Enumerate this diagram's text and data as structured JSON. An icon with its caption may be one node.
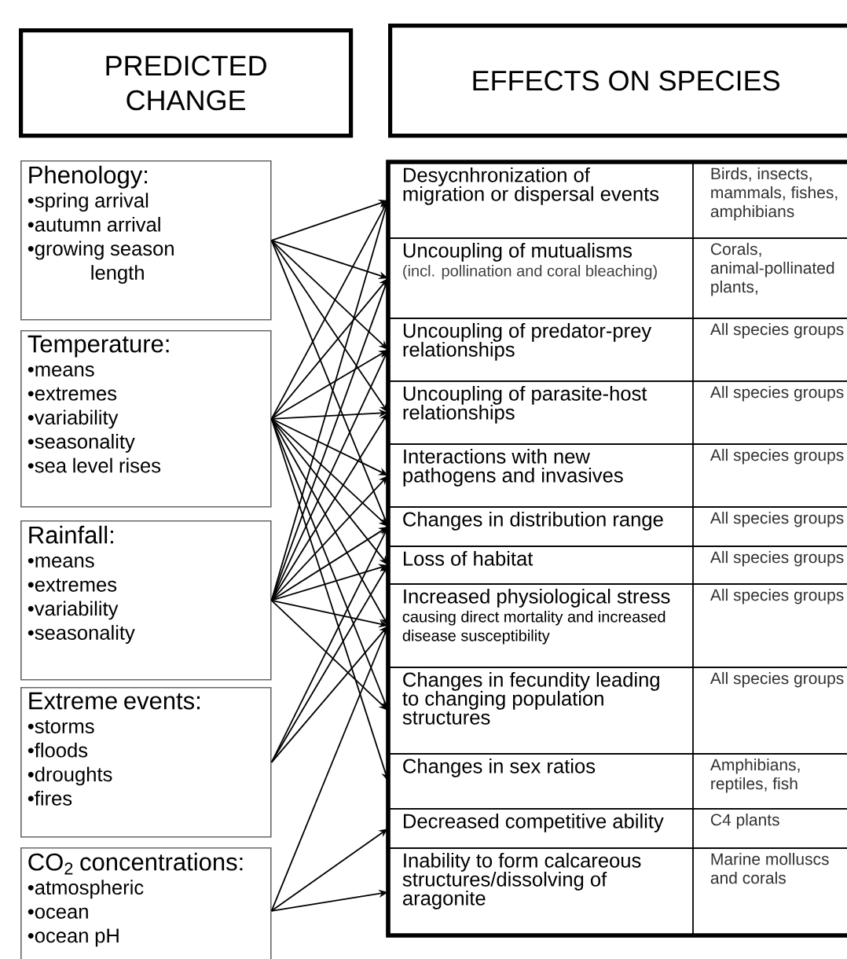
{
  "diagram": {
    "nodes": [
      {
        "text": [
          "PREDICTED CHANGE"
        ]
      },
      {
        "text": [
          "EFFECTS ON SPECIES"
        ]
      },
      {
        "text": [
          "Phenology:",
          "•spring arrival",
          "•autumn arrival",
          "•growing season length"
        ]
      },
      {
        "text": [
          "Temperature:",
          "•means",
          "•extremes",
          "•variability",
          "•seasonality",
          "•sea level rises"
        ]
      },
      {
        "text": [
          "Rainfall:",
          "•means",
          "•extremes",
          "•variability",
          "•seasonality"
        ]
      },
      {
        "text": [
          "Extreme events:",
          "•storms",
          "•floods",
          "•droughts",
          "•fires"
        ]
      },
      {
        "text": [
          "CO$_{2}$ concentrations:",
          "•atmospheric",
          "•ocean",
          "•ocean pH"
        ]
      },
      {
        "text": [
          "Desycnhronization of migration or dispersal events",
          "Birds, insects, mammals, fishes, amphibians"
        ]
      },
      {
        "text": [
          "Uncoupling of mutualisms",
          "(incl. pollination and coral bleaching)",
          "Corals, animal-pollinated plants,"
        ]
      },
      {
        "text": [
          "Uncoupling of predator-prey relationships",
          "All species groups"
        ]
      },
      {
        "text": [
          "Uncoupling of parasite-host relationships",
          "All species groups"
        ]
      },
      {
        "text": [
          "Interactions with new pathogens and invasives",
          "All species groups"
        ]
      },
      {
        "text": [
          "Changes in distribution range",
          "All species groups"
        ]
      },
      {
        "text": [
          "Loss of habitat",
          "All species groups"
        ]
      },
      {
        "text": [
          "Increased physiological stress",
          "causing direct mortality and increased disease susceptibility",
          "All species groups"
        ]
      },
      {
        "text": [
          "Changes in fecundity leading to changing population structures",
          "All species groups"
        ]
      },
      {
        "text": [
          "Changes in sex ratios",
          "Amphibians, reptiles, fish"
        ]
      },
      {
        "text": [
          "Decreased competitive ability",
          "C4 plants"
        ]
      },
      {
        "text": [
          "Inability to form calcareous structures/dissolving of aragonite",
          "Marine molluscs and corals"
        ]
      }
    ],
    "edges": [
      {
        "from": 2,
        "to": 7,
        "arrow": "to"
      },
      {
        "from": 2,
        "to": 8,
        "arrow": "to"
      },
      {
        "from": 2,
        "to": 9,
        "arrow": "to"
      },
      {
        "from": 2,
        "to": 10,
        "arrow": "to"
      },
      {
        "from": 2,
        "to": 12,
        "arrow": "to"
      },
      {
        "from": 3,
        "to": 7,
        "arrow": "to"
      },
      {
        "from": 3,
        "to": 8,
        "arrow": "to"
      },
      {
        "from": 3,
        "to": 9,
        "arrow": "to"
      },
      {
        "from": 3,
        "to": 10,
        "arrow": "to"
      },
      {
        "from": 3,
        "to": 11,
        "arrow": "to"
      },
      {
        "from": 3,
        "to": 12,
        "arrow": "to"
      },
      {
        "from": 3,
        "to": 13,
        "arrow": "to"
      },
      {
        "from": 3,
        "to": 14,
        "arrow": "to"
      },
      {
        "from": 3,
        "to": 15,
        "arrow": "to"
      },
      {
        "from": 3,
        "to": 16,
        "arrow": "to"
      },
      {
        "from": 4,
        "to": 7,
        "arrow": "to"
      },
      {
        "from": 4,
        "to": 8,
        "arrow": "to"
      },
      {
        "from": 4,
        "to": 9,
        "arrow": "to"
      },
      {
        "from": 4,
        "to": 10,
        "arrow": "to"
      },
      {
        "from": 4,
        "to": 11,
        "arrow": "to"
      },
      {
        "from": 4,
        "to": 12,
        "arrow": "to"
      },
      {
        "from": 4,
        "to": 13,
        "arrow": "to"
      },
      {
        "from": 4,
        "to": 14,
        "arrow": "to"
      },
      {
        "from": 4,
        "to": 15,
        "arrow": "to"
      },
      {
        "from": 5,
        "to": 12,
        "arrow": "to"
      },
      {
        "from": 5,
        "to": 13,
        "arrow": "to"
      },
      {
        "from": 5,
        "to": 14,
        "arrow": "to"
      },
      {
        "from": 6,
        "to": 14,
        "arrow": "to"
      },
      {
        "from": 6,
        "to": 17,
        "arrow": "to"
      },
      {
        "from": 6,
        "to": 18,
        "arrow": "to"
      }
    ]
  }
}
